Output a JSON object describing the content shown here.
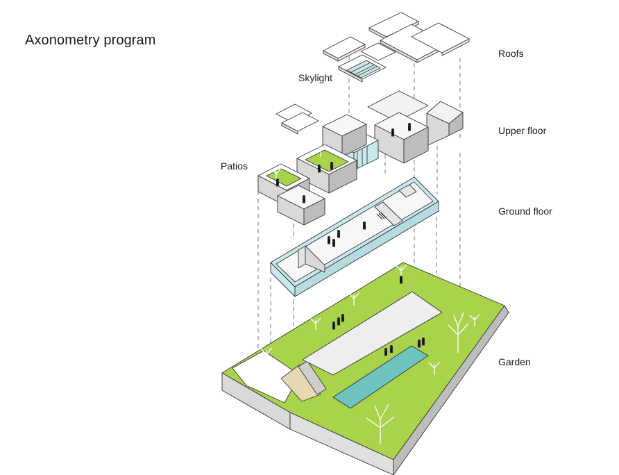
{
  "title": "Axonometry program",
  "labels": {
    "roofs": "Roofs",
    "upper_floor": "Upper floor",
    "ground_floor": "Ground floor",
    "garden": "Garden",
    "skylight": "Skylight",
    "patios": "Patios"
  },
  "colors": {
    "lawn": "#a9d34b",
    "pool": "#6fc4bf",
    "glass": "#c9e8ec",
    "wall_light": "#f2f2f2",
    "wall_mid": "#d9d9d9",
    "wall_dark": "#bdbdbd",
    "line": "#333333",
    "accent_wood": "#e6d8b0"
  }
}
